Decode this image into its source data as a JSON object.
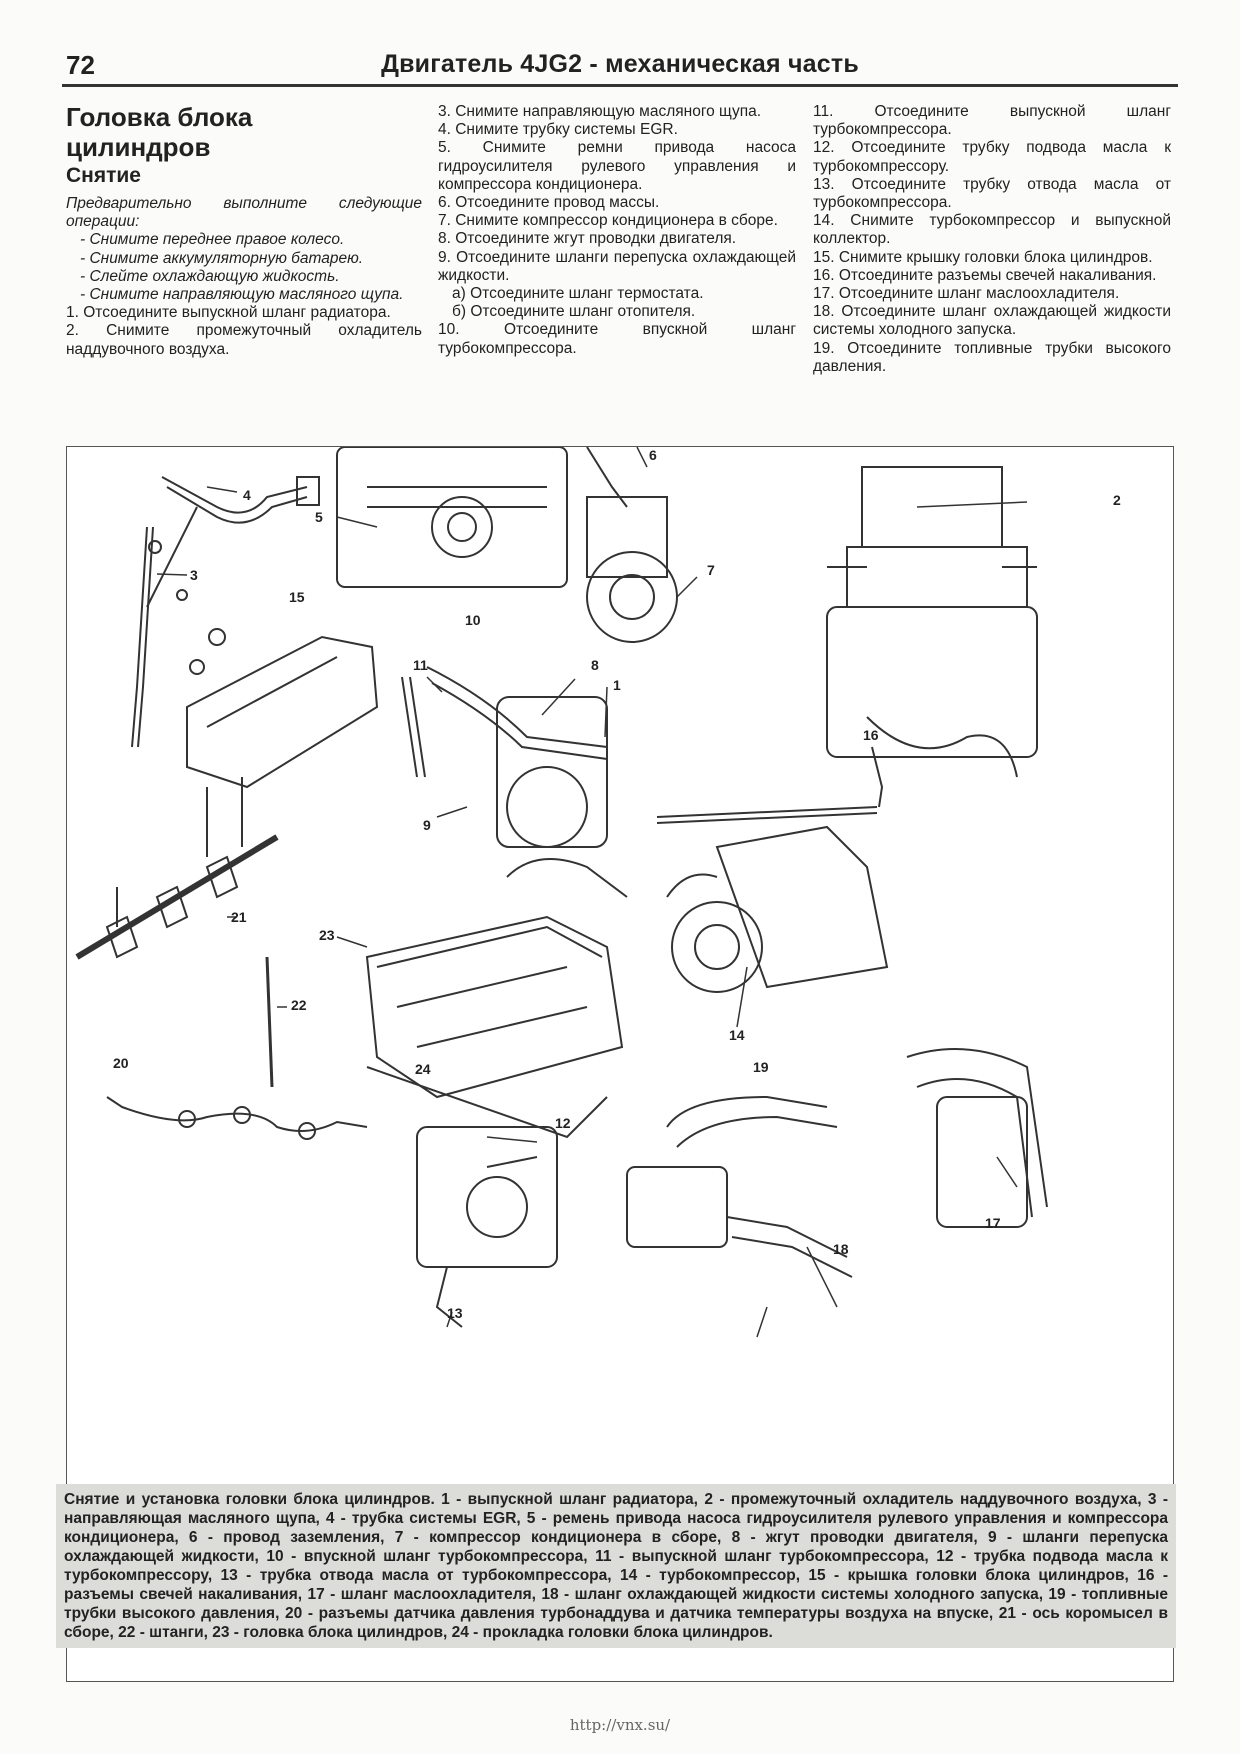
{
  "header": {
    "page_number": "72",
    "title": "Двигатель 4JG2 - механическая часть"
  },
  "section": {
    "title": "Головка блока цилиндров",
    "subtitle": "Снятие"
  },
  "column1": {
    "preface": "Предварительно выполните следующие операции:",
    "prep_ops": [
      "- Снимите переднее правое колесо.",
      "- Снимите аккумуляторную батарею.",
      "- Слейте охлаждающую жидкость.",
      "- Снимите направляющую масляного щупа."
    ],
    "steps": [
      "1. Отсоедините выпускной шланг радиатора.",
      "2. Снимите промежуточный охладитель наддувочного воздуха."
    ]
  },
  "column2": {
    "steps": [
      "3. Снимите направляющую масляного щупа.",
      "4. Снимите трубку системы EGR.",
      "5. Снимите ремни привода насоса гидроусилителя рулевого управления и компрессора кондиционера.",
      "6. Отсоедините провод массы.",
      "7. Снимите компрессор кондиционера в сборе.",
      "8. Отсоедините жгут проводки двигателя.",
      "9. Отсоедините шланги перепуска охлаждающей жидкости."
    ],
    "substeps": [
      "а) Отсоедините шланг термостата.",
      "б) Отсоедините шланг отопителя."
    ],
    "last_step": "10. Отсоедините впускной шланг турбокомпрессора."
  },
  "column3": {
    "steps": [
      "11. Отсоедините выпускной шланг турбокомпрессора.",
      "12. Отсоедините трубку подвода масла к турбокомпрессору.",
      "13. Отсоедините трубку отвода масла от турбокомпрессора.",
      "14. Снимите турбокомпрессор и выпускной коллектор.",
      "15. Снимите крышку головки блока цилиндров.",
      "16. Отсоедините разъемы свечей накаливания.",
      "17. Отсоедините шланг маслоохладителя.",
      "18. Отсоедините шланг охлаждающей жидкости системы холодного запуска.",
      "19. Отсоедините топливные трубки высокого давления."
    ]
  },
  "figure": {
    "labels": {
      "l1": "1",
      "l2": "2",
      "l3": "3",
      "l4": "4",
      "l5": "5",
      "l6": "6",
      "l7": "7",
      "l8": "8",
      "l9": "9",
      "l10": "10",
      "l11": "11",
      "l12": "12",
      "l13": "13",
      "l14": "14",
      "l15": "15",
      "l16": "16",
      "l17": "17",
      "l18": "18",
      "l19": "19",
      "l20": "20",
      "l21": "21",
      "l22": "22",
      "l23": "23",
      "l24": "24"
    }
  },
  "caption": "Снятие и установка головки блока цилиндров. 1 - выпускной шланг радиатора, 2 - промежуточный охладитель наддувочного воздуха, 3 - направляющая масляного щупа, 4 - трубка системы EGR, 5 - ремень привода насоса гидроусилителя рулевого управления и компрессора кондиционера, 6 - провод заземления, 7 - компрессор кондиционера в сборе, 8 - жгут проводки двигателя, 9 - шланги перепуска охлаждающей жидкости, 10 - впускной шланг турбокомпрессора, 11 - выпускной шланг турбокомпрессора, 12 - трубка подвода масла к турбокомпрессору, 13 - трубка отвода масла от турбокомпрессора, 14 - турбокомпрессор, 15 - крышка головки блока цилиндров, 16 - разъемы свечей накаливания, 17 - шланг маслоохладителя, 18 - шланг охлаждающей жидкости системы холодного запуска, 19 - топливные трубки высокого давления, 20 - разъемы датчика давления турбонаддува и датчика температуры воздуха на впуске, 21 - ось коромысел в сборе, 22 - штанги, 23 - головка блока цилиндров, 24 - прокладка головки блока цилиндров.",
  "footer": {
    "url": "http://vnx.su/"
  }
}
